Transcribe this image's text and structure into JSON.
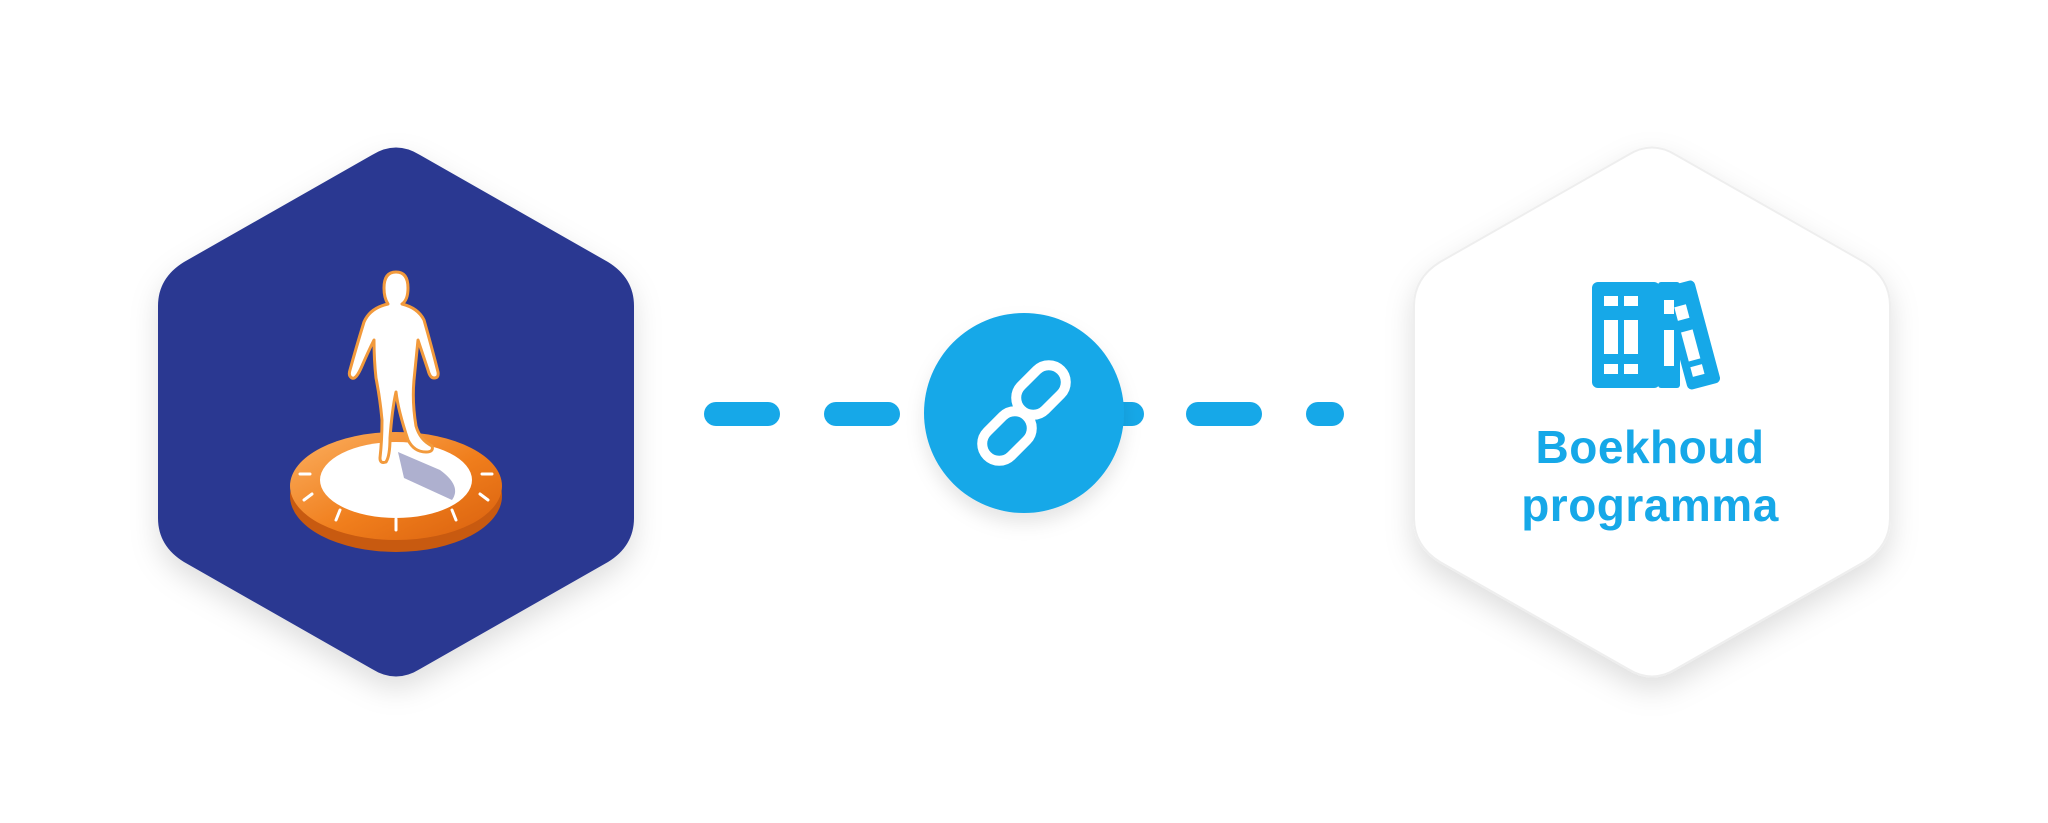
{
  "left_node": {
    "icon": "rabobank-logo"
  },
  "connector": {
    "icon": "link-icon"
  },
  "right_node": {
    "icon": "books-icon",
    "label_line1": "Boekhoud",
    "label_line2": "programma"
  },
  "colors": {
    "navy": "#2a3891",
    "blue": "#16a8e8",
    "orange": "#f07e1c",
    "white": "#ffffff"
  }
}
